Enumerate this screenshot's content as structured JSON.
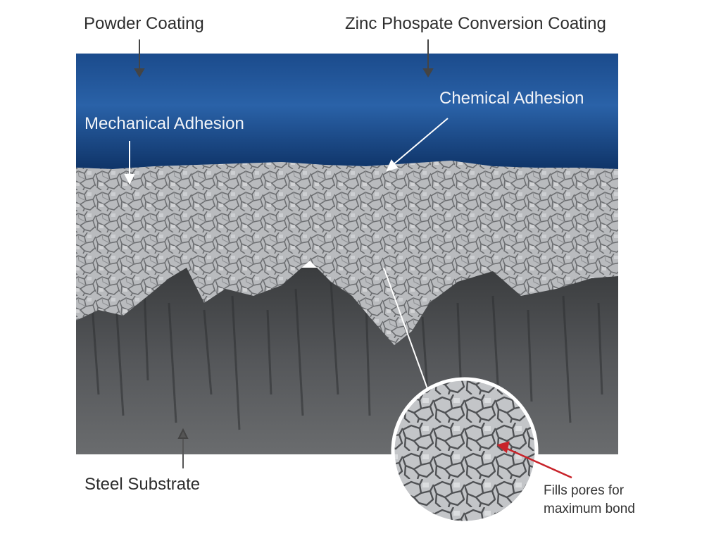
{
  "labels": {
    "powder_coating": "Powder Coating",
    "zinc_coating": "Zinc Phospate Conversion Coating",
    "chemical_adhesion": "Chemical Adhesion",
    "mechanical_adhesion": "Mechanical Adhesion",
    "steel_substrate": "Steel Substrate",
    "fills_pores_line1": "Fills pores for",
    "fills_pores_line2": "maximum bond"
  },
  "colors": {
    "powder_blue": "#1d4f93",
    "zinc_gray": "#b4b6b9",
    "steel_dark": "#4f5153",
    "callout_arrow": "#c8232a"
  }
}
